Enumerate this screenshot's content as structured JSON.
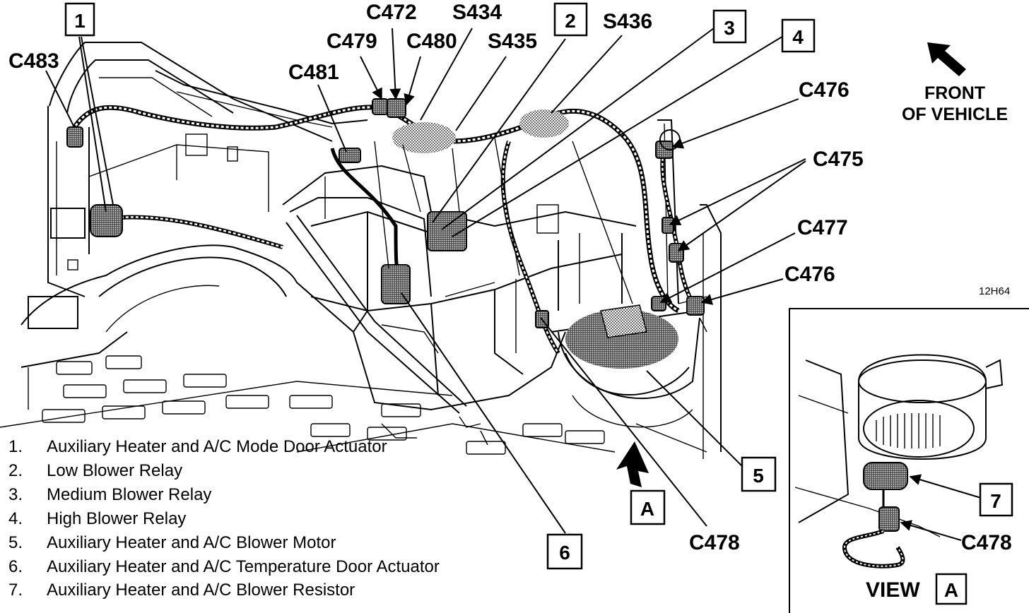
{
  "figure_id": "12H64",
  "front_of_vehicle": [
    "FRONT",
    "OF VEHICLE"
  ],
  "view_label": "VIEW",
  "view_letter": "A",
  "callouts": {
    "n1": "1",
    "n2": "2",
    "n3": "3",
    "n4": "4",
    "n5": "5",
    "n6": "6",
    "n7": "7",
    "a": "A"
  },
  "connectors": {
    "c483": "C483",
    "c472": "C472",
    "s434": "S434",
    "c479": "C479",
    "c480": "C480",
    "s435": "S435",
    "s436": "S436",
    "c481": "C481",
    "c476_top": "C476",
    "c475": "C475",
    "c477": "C477",
    "c476_bottom": "C476",
    "c478_main": "C478",
    "c478_view": "C478"
  },
  "legend": [
    {
      "num": "1.",
      "text": "Auxiliary Heater and A/C Mode Door Actuator"
    },
    {
      "num": "2.",
      "text": "Low Blower Relay"
    },
    {
      "num": "3.",
      "text": "Medium Blower Relay"
    },
    {
      "num": "4.",
      "text": "High Blower Relay"
    },
    {
      "num": "5.",
      "text": "Auxiliary Heater and A/C Blower Motor"
    },
    {
      "num": "6.",
      "text": "Auxiliary Heater and A/C Temperature Door Actuator"
    },
    {
      "num": "7.",
      "text": "Auxiliary Heater and A/C Blower Resistor"
    }
  ]
}
